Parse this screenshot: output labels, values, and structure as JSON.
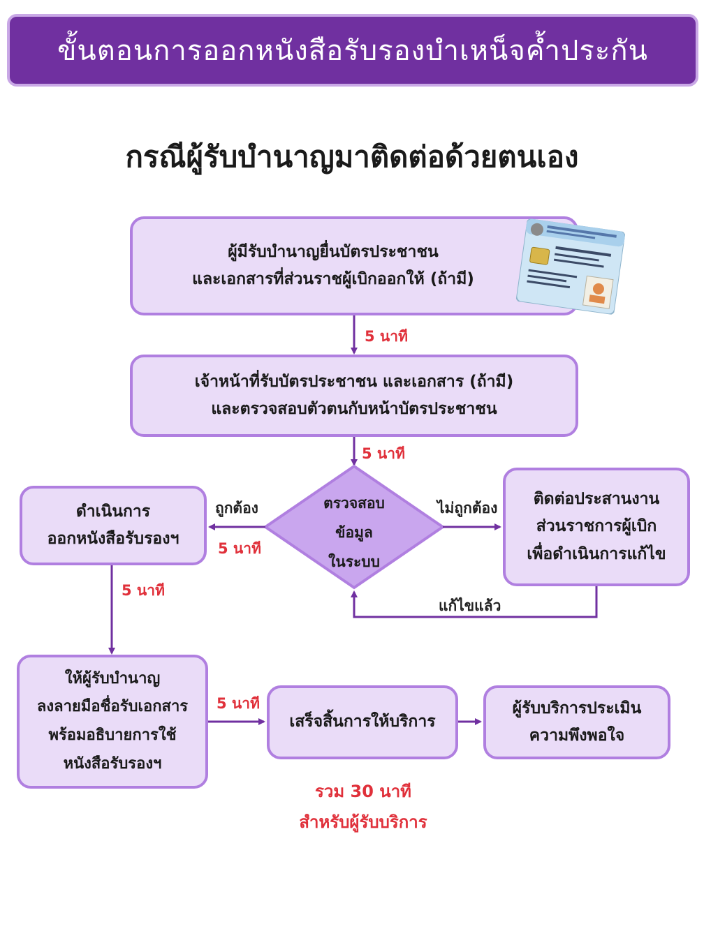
{
  "header": {
    "title": "ขั้นตอนการออกหนังสือรับรองบำเหน็จค้ำประกัน"
  },
  "subtitle": "กรณีผู้รับบำนาญมาติดต่อด้วยตนเอง",
  "colors": {
    "accent": "#7030a0",
    "box_fill": "#eadcf8",
    "box_border": "#b07fe0",
    "arrow": "#7030a0",
    "time_label": "#e0303a"
  },
  "steps": {
    "step1": {
      "lines": [
        "ผู้มีรับบำนาญยื่นบัตรประชาชน",
        "และเอกสารที่ส่วนราชผู้เบิกออกให้ (ถ้ามี)"
      ]
    },
    "step2": {
      "lines": [
        "เจ้าหน้าที่รับบัตรประชาชน และเอกสาร (ถ้ามี)",
        "และตรวจสอบตัวตนกับหน้าบัตรประชาชน"
      ]
    },
    "decision": {
      "lines": [
        "ตรวจสอบ",
        "ข้อมูล",
        "ในระบบ"
      ]
    },
    "issue": {
      "lines": [
        "ดำเนินการ",
        "ออกหนังสือรับรองฯ"
      ]
    },
    "contact": {
      "lines": [
        "ติดต่อประสานงาน",
        "ส่วนราชการผู้เบิก",
        "เพื่อดำเนินการแก้ไข"
      ]
    },
    "sign": {
      "lines": [
        "ให้ผู้รับบำนาญ",
        "ลงลายมือชื่อรับเอกสาร",
        "พร้อมอธิบายการใช้",
        "หนังสือรับรองฯ"
      ]
    },
    "done": {
      "lines": [
        "เสร็จสิ้นการให้บริการ"
      ]
    },
    "survey": {
      "lines": [
        "ผู้รับบริการประเมิน",
        "ความพึงพอใจ"
      ]
    }
  },
  "edges": {
    "t1": "5 นาที",
    "t2": "5 นาที",
    "t3": "5 นาที",
    "t4": "5 นาที",
    "t5": "5 นาที",
    "correct": "ถูกต้อง",
    "incorrect": "ไม่ถูกต้อง",
    "fixed": "แก้ไขแล้ว"
  },
  "total": {
    "line1": "รวม 30 นาที",
    "line2": "สำหรับผู้รับบริการ"
  },
  "icons": {
    "id_card": "thai-id-card-icon"
  }
}
